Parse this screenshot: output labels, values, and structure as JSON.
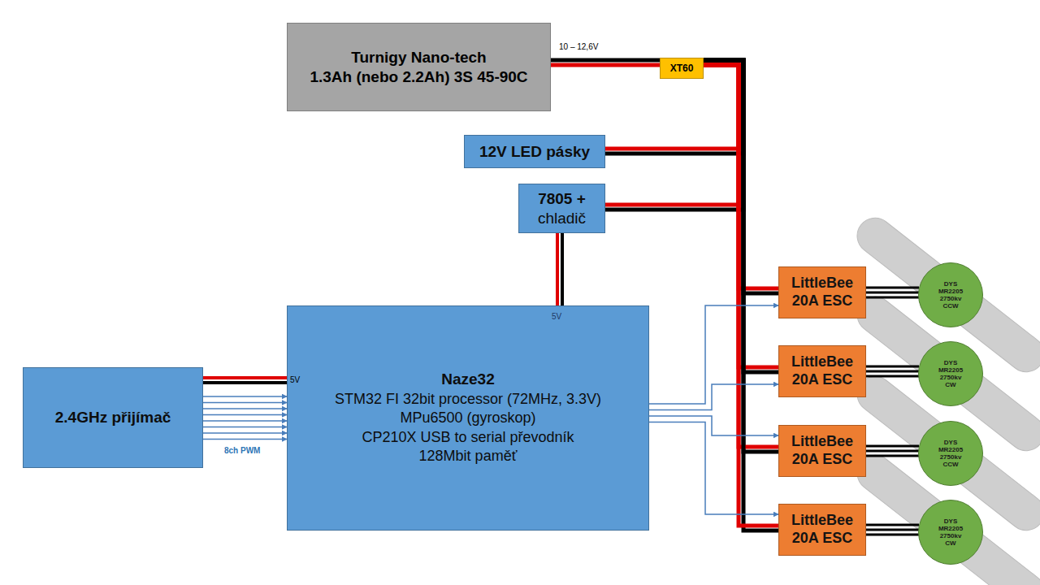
{
  "diagram": {
    "nodes": [
      {
        "text": [
          "Turnigy Nano-tech",
          "1.3Ah (nebo 2.2Ah) 3S 45-90C"
        ]
      },
      {
        "text": [
          "XT60"
        ]
      },
      {
        "text": [
          "12V LED pásky"
        ]
      },
      {
        "text": [
          "7805 +",
          "chladič"
        ]
      },
      {
        "text": [
          "2.4GHz přijímač"
        ]
      },
      {
        "text": [
          "Naze32",
          "STM32 FI 32bit processor (72MHz, 3.3V)",
          "MPu6500 (gyroskop)",
          "CP210X USB to serial převodník",
          "128Mbit paměť"
        ]
      },
      {
        "text": [
          "LittleBee 20A ESC"
        ]
      },
      {
        "text": [
          "LittleBee 20A ESC"
        ]
      },
      {
        "text": [
          "LittleBee 20A ESC"
        ]
      },
      {
        "text": [
          "LittleBee 20A ESC"
        ]
      },
      {
        "text": [
          "DYS MR2205 2750kv CCW"
        ]
      },
      {
        "text": [
          "DYS MR2205 2750kv CW"
        ]
      },
      {
        "text": [
          "DYS MR2205 2750kv CCW"
        ]
      },
      {
        "text": [
          "DYS MR2205 2750kv CW"
        ]
      }
    ],
    "edges": [
      {
        "from": 0,
        "to": 1,
        "arrow": "none"
      },
      {
        "from": 1,
        "to": 2,
        "arrow": "none"
      },
      {
        "from": 1,
        "to": 3,
        "arrow": "none"
      },
      {
        "from": 1,
        "to": 6,
        "arrow": "none"
      },
      {
        "from": 1,
        "to": 7,
        "arrow": "none"
      },
      {
        "from": 1,
        "to": 8,
        "arrow": "none"
      },
      {
        "from": 1,
        "to": 9,
        "arrow": "none"
      },
      {
        "from": 3,
        "to": 5,
        "arrow": "none"
      },
      {
        "from": 4,
        "to": 5,
        "arrow": "none"
      },
      {
        "from": 4,
        "to": 5,
        "arrow": "to"
      },
      {
        "from": 4,
        "to": 5,
        "arrow": "to"
      },
      {
        "from": 4,
        "to": 5,
        "arrow": "to"
      },
      {
        "from": 4,
        "to": 5,
        "arrow": "to"
      },
      {
        "from": 4,
        "to": 5,
        "arrow": "to"
      },
      {
        "from": 4,
        "to": 5,
        "arrow": "to"
      },
      {
        "from": 4,
        "to": 5,
        "arrow": "to"
      },
      {
        "from": 4,
        "to": 5,
        "arrow": "to"
      },
      {
        "from": 5,
        "to": 6,
        "arrow": "to"
      },
      {
        "from": 5,
        "to": 7,
        "arrow": "to"
      },
      {
        "from": 5,
        "to": 8,
        "arrow": "to"
      },
      {
        "from": 5,
        "to": 9,
        "arrow": "to"
      },
      {
        "from": 6,
        "to": 10,
        "arrow": "none"
      },
      {
        "from": 7,
        "to": 11,
        "arrow": "none"
      },
      {
        "from": 8,
        "to": 12,
        "arrow": "none"
      },
      {
        "from": 9,
        "to": 13,
        "arrow": "none"
      }
    ],
    "labels": [
      "10 – 12,6V",
      "5V",
      "5V",
      "8ch PWM"
    ]
  }
}
